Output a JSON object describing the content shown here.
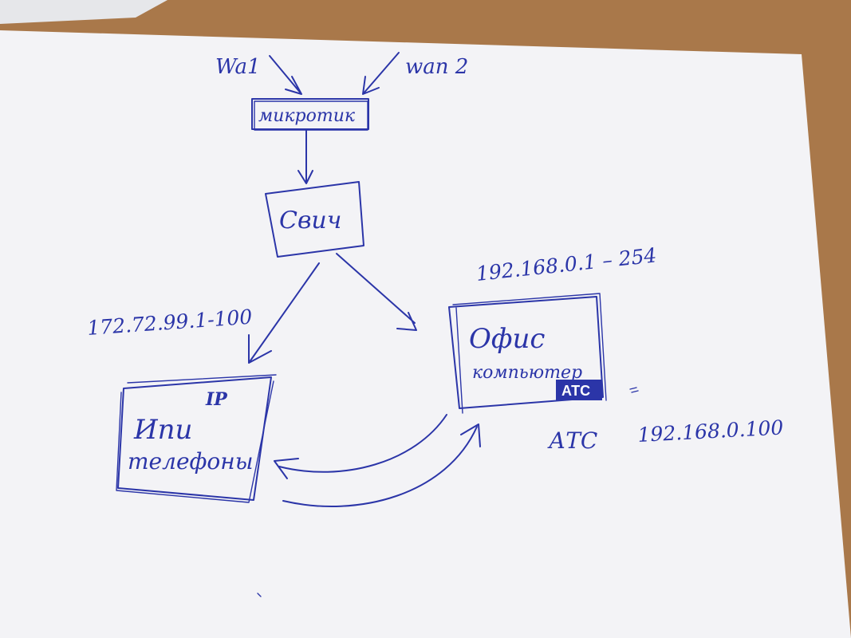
{
  "colors": {
    "ink": "#2b35a8",
    "paper": "#f3f3f6",
    "desk": "#a9784a",
    "badge_fill": "#2b35a8",
    "badge_text": "#ffffff"
  },
  "inputs": {
    "wan1": "Wa1",
    "wan2": "wan 2"
  },
  "nodes": {
    "router": "микротик",
    "switch": "Свич",
    "office": {
      "line1": "Офис",
      "line2": "компьютер",
      "badge": "АТС"
    },
    "phones": {
      "tag": "IP",
      "line1": "Ипи",
      "line2": "телефоны"
    }
  },
  "annotations": {
    "phones_range": "172.72.99.1-100",
    "office_range": "192.168.0.1 – 254",
    "ats_label": "АТС",
    "ats_ip": "192.168.0.100"
  }
}
